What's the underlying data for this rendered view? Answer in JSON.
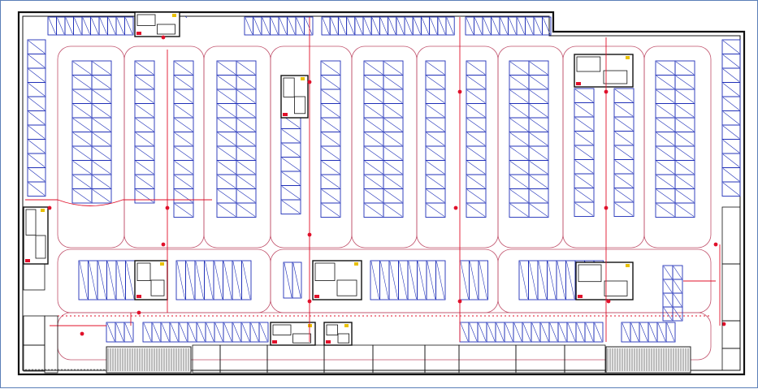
{
  "plan": {
    "kind": "parking-floor-plan",
    "colors": {
      "wall": "#111111",
      "stall": "#1e2fb8",
      "lane": "#c0506a",
      "fire_line": "#e0102a",
      "hatch": "#6a6a6a",
      "accent": "#e8c000"
    },
    "room_labels": [
      {
        "id": "r1",
        "text": "—"
      },
      {
        "id": "r2",
        "text": "—"
      },
      {
        "id": "r3",
        "text": "—"
      }
    ]
  }
}
